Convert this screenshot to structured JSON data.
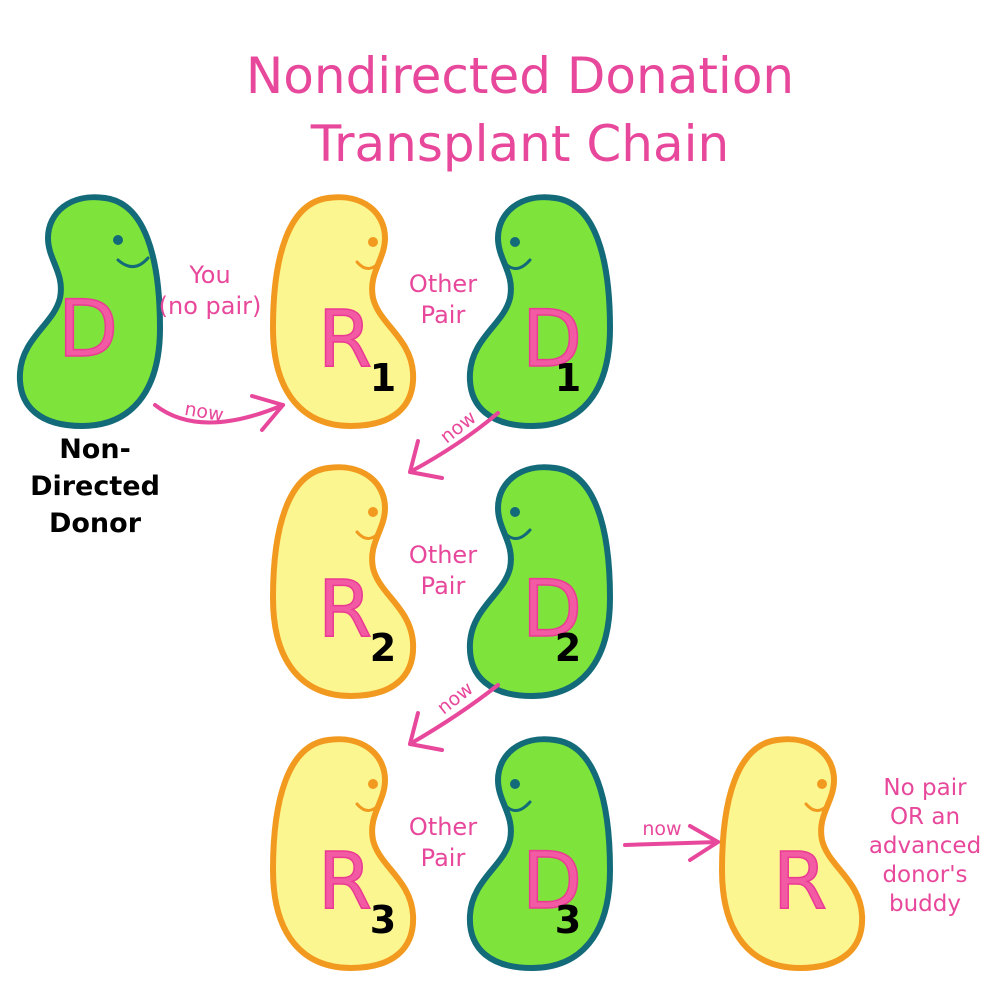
{
  "title": {
    "line1": "Nondirected Donation",
    "line2": "Transplant Chain"
  },
  "colors": {
    "donor_fill": "#7ee33a",
    "donor_outline": "#136a78",
    "recipient_fill": "#fbf690",
    "recipient_outline": "#f29a1f",
    "accent_pink": "#e8489b"
  },
  "non_directed_donor": {
    "letter": "D",
    "label_lines": [
      "Non-",
      "Directed",
      "Donor"
    ],
    "pair_label_lines": [
      "You",
      "(no pair)"
    ]
  },
  "rows": [
    {
      "recipient_letter": "R",
      "recipient_number": "1",
      "donor_letter": "D",
      "donor_number": "1",
      "pair_label_lines": [
        "Other",
        "Pair"
      ]
    },
    {
      "recipient_letter": "R",
      "recipient_number": "2",
      "donor_letter": "D",
      "donor_number": "2",
      "pair_label_lines": [
        "Other",
        "Pair"
      ]
    },
    {
      "recipient_letter": "R",
      "recipient_number": "3",
      "donor_letter": "D",
      "donor_number": "3",
      "pair_label_lines": [
        "Other",
        "Pair"
      ]
    }
  ],
  "arrow_label": "now",
  "end_recipient": {
    "letter": "R",
    "label_lines": [
      "No pair",
      "OR an",
      "advanced",
      "donor's",
      "buddy"
    ]
  }
}
